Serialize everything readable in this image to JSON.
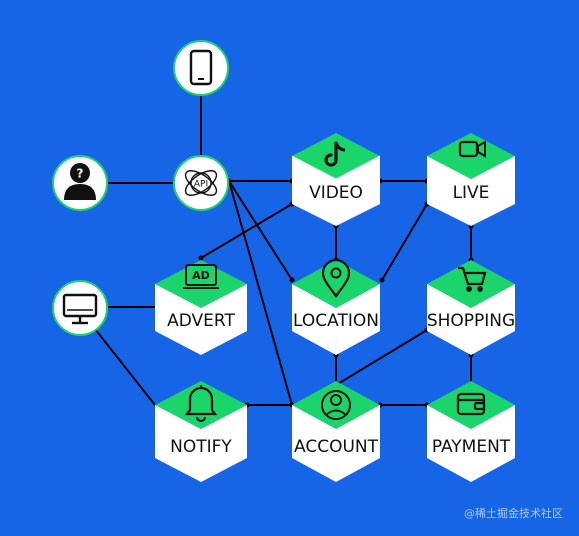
{
  "colors": {
    "background": "#1565e6",
    "cube_top": "#19d56a",
    "cube_face": "#ffffff",
    "edge": "#000000"
  },
  "nodes": {
    "video": "VIDEO",
    "live": "LIVE",
    "advert": "ADVERT",
    "location": "LOCATION",
    "shopping": "SHOPPING",
    "notify": "NOTIFY",
    "account": "ACCOUNT",
    "payment": "PAYMENT"
  },
  "circles": {
    "phone": "phone-icon",
    "user": "user-question-icon",
    "api": "API",
    "monitor": "monitor-icon"
  },
  "watermark": "@稀土掘金技术社区"
}
